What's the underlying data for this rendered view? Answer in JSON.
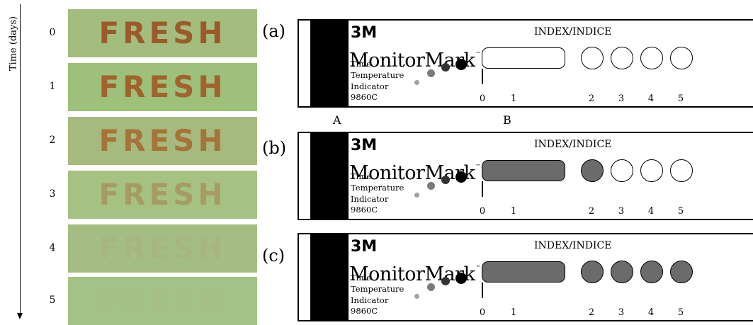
{
  "axis": {
    "label": "Time (days)"
  },
  "days": [
    "0",
    "1",
    "2",
    "3",
    "4",
    "5"
  ],
  "photo_word": "FRESH",
  "photos": [
    {
      "bg": "#a2bd7e",
      "text_color": "#9c5a2a",
      "text_opacity": 1.0
    },
    {
      "bg": "#9dc07a",
      "text_color": "#a35e28",
      "text_opacity": 0.95
    },
    {
      "bg": "#a6b97e",
      "text_color": "#a5692c",
      "text_opacity": 0.85
    },
    {
      "bg": "#a6c283",
      "text_color": "#a77d4a",
      "text_opacity": 0.55
    },
    {
      "bg": "#a4bd82",
      "text_color": "#b3a277",
      "text_opacity": 0.25
    },
    {
      "bg": "#a3c285",
      "text_color": "#b8b08e",
      "text_opacity": 0.12
    }
  ],
  "indicator_text": {
    "brand_3m": "3M",
    "brand_name": "MonitorMark",
    "tm": "™",
    "lines": [
      "Time",
      "Temperature",
      "Indicator",
      "9860C"
    ],
    "index_title": "INDEX/INDICE",
    "scale": [
      "0",
      "1",
      "2",
      "3",
      "4",
      "5"
    ]
  },
  "panels": [
    {
      "letter": "(a)",
      "bar_filled": false,
      "circles_filled": [
        false,
        false,
        false,
        false
      ]
    },
    {
      "letter": "(b)",
      "bar_filled": true,
      "circles_filled": [
        true,
        false,
        false,
        false
      ]
    },
    {
      "letter": "(c)",
      "bar_filled": true,
      "circles_filled": [
        true,
        true,
        true,
        true
      ]
    }
  ],
  "part_labels": {
    "a": "A",
    "b": "B"
  },
  "colors": {
    "filled_gray": "#6b6b6b",
    "strip": "#000000"
  }
}
